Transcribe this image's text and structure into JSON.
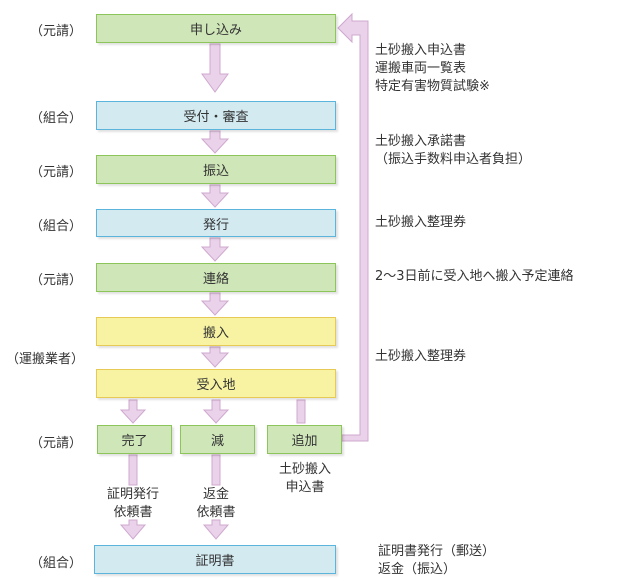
{
  "roles": {
    "motouke": "（元請）",
    "kumiai": "（組合）",
    "unpan": "（運搬業者）"
  },
  "steps": {
    "moushikomi": "申し込み",
    "uketsuke": "受付・審査",
    "furikomi": "振込",
    "hakkou": "発行",
    "renraku": "連絡",
    "hannyu": "搬入",
    "ukeire": "受入地",
    "kanryo": "完了",
    "gen": "減",
    "tsuika": "追加",
    "shoumeisho": "証明書"
  },
  "notes": {
    "n1": "土砂搬入申込書\n運搬車両一覧表\n特定有害物質試験※",
    "n2": "土砂搬入承諾書\n（振込手数料申込者負担）",
    "n3": "土砂搬入整理券",
    "n4": "2～3日前に受入地へ搬入予定連絡",
    "n5": "土砂搬入整理券",
    "n6": "証明書発行（郵送）\n返金（振込）",
    "kanryo_doc": "証明発行\n依頼書",
    "gen_doc": "返金\n依頼書",
    "tsuika_doc": "土砂搬入\n申込書"
  },
  "colors": {
    "green": "#cfe6b8",
    "blue": "#d3eaf1",
    "yellow": "#f7f3a2",
    "arrow": "#ead3ea"
  }
}
